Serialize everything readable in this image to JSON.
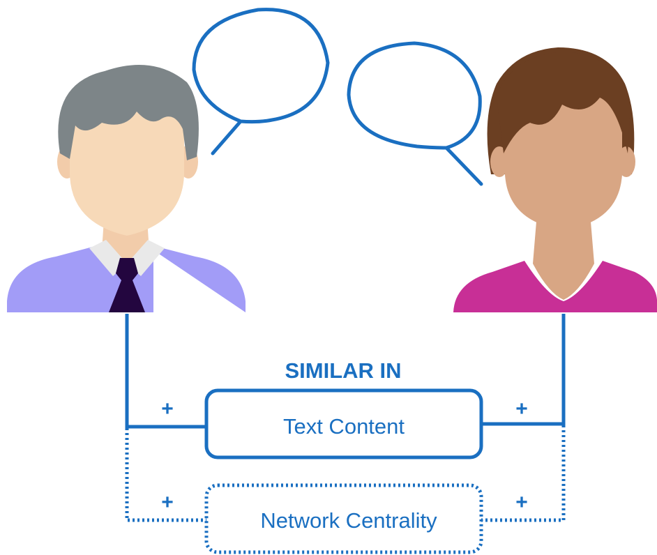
{
  "heading": "SIMILAR IN",
  "boxes": {
    "text_content": "Text Content",
    "network_centrality": "Network Centrality"
  },
  "plus_signs": {
    "left_solid": "+",
    "right_solid": "+",
    "left_dotted": "+",
    "right_dotted": "+"
  },
  "colors": {
    "accent_blue": "#1a6fc1",
    "man_hair": "#7d8588",
    "man_skin": "#f7d9b8",
    "man_shirt": "#a29cf7",
    "man_tie": "#23063f",
    "woman_hair": "#6b3f22",
    "woman_skin": "#d8a684",
    "woman_shirt": "#c82f96"
  }
}
